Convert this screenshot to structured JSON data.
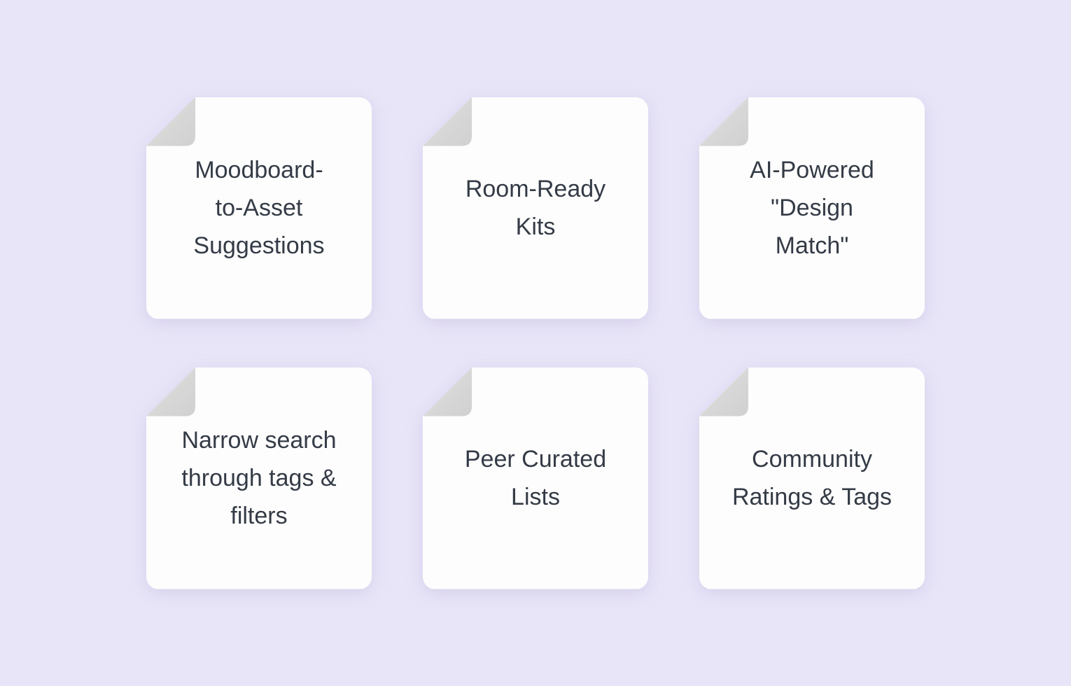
{
  "page": {
    "background_color": "#e9e5f8",
    "card_color": "#fdfdfd",
    "fold_color": "#d6d6d6",
    "text_color": "#343b46"
  },
  "cards": [
    {
      "label": "Moodboard-\nto-Asset\nSuggestions"
    },
    {
      "label": "Room-Ready\nKits"
    },
    {
      "label": "AI-Powered\n\"Design\nMatch\""
    },
    {
      "label": "Narrow search\nthrough tags &\nfilters"
    },
    {
      "label": "Peer Curated\nLists"
    },
    {
      "label": "Community\nRatings & Tags"
    }
  ]
}
